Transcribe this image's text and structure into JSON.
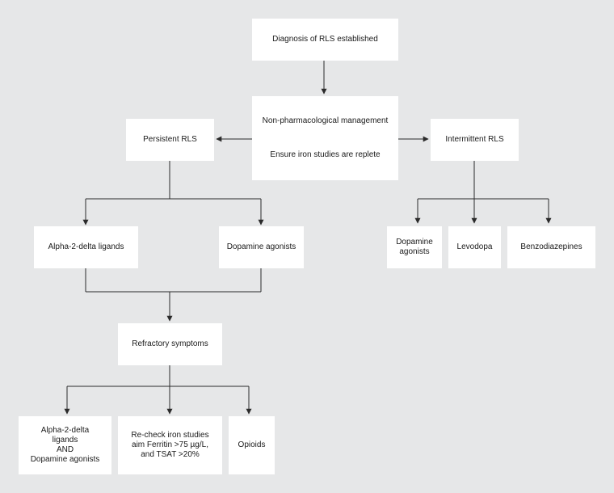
{
  "nodes": {
    "diagnosis": "Diagnosis of RLS established",
    "nonpharm_line1": "Non-pharmacological management",
    "nonpharm_line2": "Ensure iron studies are replete",
    "persistent": "Persistent RLS",
    "intermittent": "Intermittent RLS",
    "alpha2delta": "Alpha-2-delta ligands",
    "dopamine_agonists": "Dopamine agonists",
    "refractory": "Refractory symptoms",
    "combo_line1": "Alpha-2-delta",
    "combo_line2": "ligands",
    "combo_line3": "AND",
    "combo_line4": "Dopamine agonists",
    "recheck_line1": "Re-check iron studies",
    "recheck_line2": "aim Ferritin >75 µg/L,",
    "recheck_line3": "and TSAT >20%",
    "opioids": "Opioids",
    "int_dopamine_line1": "Dopamine",
    "int_dopamine_line2": "agonists",
    "levodopa": "Levodopa",
    "benzodiazepines": "Benzodiazepines"
  },
  "colors": {
    "background": "#e6e7e8",
    "box": "#ffffff",
    "line": "#2b2b2b"
  }
}
